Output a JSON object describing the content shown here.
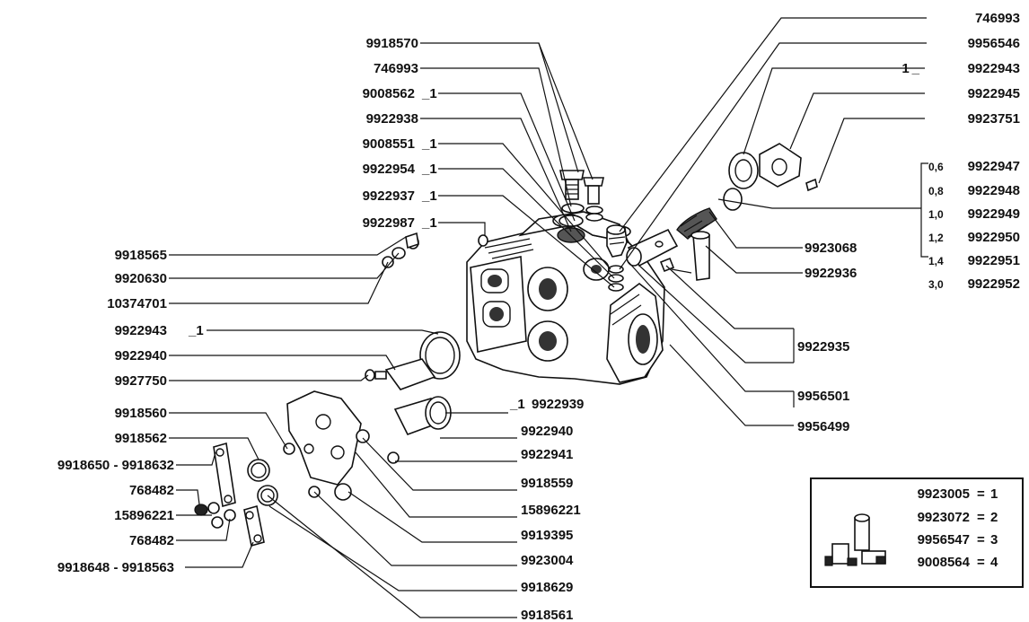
{
  "callouts_left_top": [
    {
      "part": "9918570",
      "qty": ""
    },
    {
      "part": "746993",
      "qty": ""
    },
    {
      "part": "9008562",
      "qty": "1"
    },
    {
      "part": "9922938",
      "qty": ""
    },
    {
      "part": "9008551",
      "qty": "1"
    },
    {
      "part": "9922954",
      "qty": "1"
    },
    {
      "part": "9922937",
      "qty": "1"
    },
    {
      "part": "9922987",
      "qty": "1"
    }
  ],
  "callouts_left": [
    {
      "part": "9918565",
      "qty": ""
    },
    {
      "part": "9920630",
      "qty": ""
    },
    {
      "part": "10374701",
      "qty": ""
    },
    {
      "part": "9922943",
      "qty": "1"
    },
    {
      "part": "9922940",
      "qty": ""
    },
    {
      "part": "9927750",
      "qty": ""
    },
    {
      "part": "9918560",
      "qty": ""
    },
    {
      "part": "9918562",
      "qty": ""
    },
    {
      "part": "9918650 - 9918632",
      "qty": ""
    },
    {
      "part": "768482",
      "qty": ""
    },
    {
      "part": "15896221",
      "qty": ""
    },
    {
      "part": "768482",
      "qty": ""
    },
    {
      "part": "9918648 - 9918563",
      "qty": ""
    }
  ],
  "callouts_right_top": [
    {
      "part": "746993",
      "qty": ""
    },
    {
      "part": "9956546",
      "qty": ""
    },
    {
      "part": "9922943",
      "qty": "1"
    },
    {
      "part": "9922945",
      "qty": ""
    },
    {
      "part": "9923751",
      "qty": ""
    }
  ],
  "shim_options": [
    {
      "thickness": "0,6",
      "part": "9922947"
    },
    {
      "thickness": "0,8",
      "part": "9922948"
    },
    {
      "thickness": "1,0",
      "part": "9922949"
    },
    {
      "thickness": "1,2",
      "part": "9922950"
    },
    {
      "thickness": "1,4",
      "part": "9922951"
    },
    {
      "thickness": "3,0",
      "part": "9922952"
    }
  ],
  "callouts_right_mid": [
    {
      "part": "9923068",
      "qty": ""
    },
    {
      "part": "9922936",
      "qty": ""
    },
    {
      "part": "9922935",
      "qty": ""
    },
    {
      "part": "9956501",
      "qty": ""
    },
    {
      "part": "9956499",
      "qty": ""
    }
  ],
  "callouts_center_bottom": [
    {
      "part": "9922939",
      "qty": "1"
    },
    {
      "part": "9922940",
      "qty": ""
    },
    {
      "part": "9922941",
      "qty": ""
    },
    {
      "part": "9918559",
      "qty": ""
    },
    {
      "part": "15896221",
      "qty": ""
    },
    {
      "part": "9919395",
      "qty": ""
    },
    {
      "part": "9923004",
      "qty": ""
    },
    {
      "part": "9918629",
      "qty": ""
    },
    {
      "part": "9918561",
      "qty": ""
    }
  ],
  "kit_legend": [
    {
      "part": "9923005",
      "qty": "1"
    },
    {
      "part": "9923072",
      "qty": "2"
    },
    {
      "part": "9956547",
      "qty": "3"
    },
    {
      "part": "9008564",
      "qty": "4"
    }
  ]
}
